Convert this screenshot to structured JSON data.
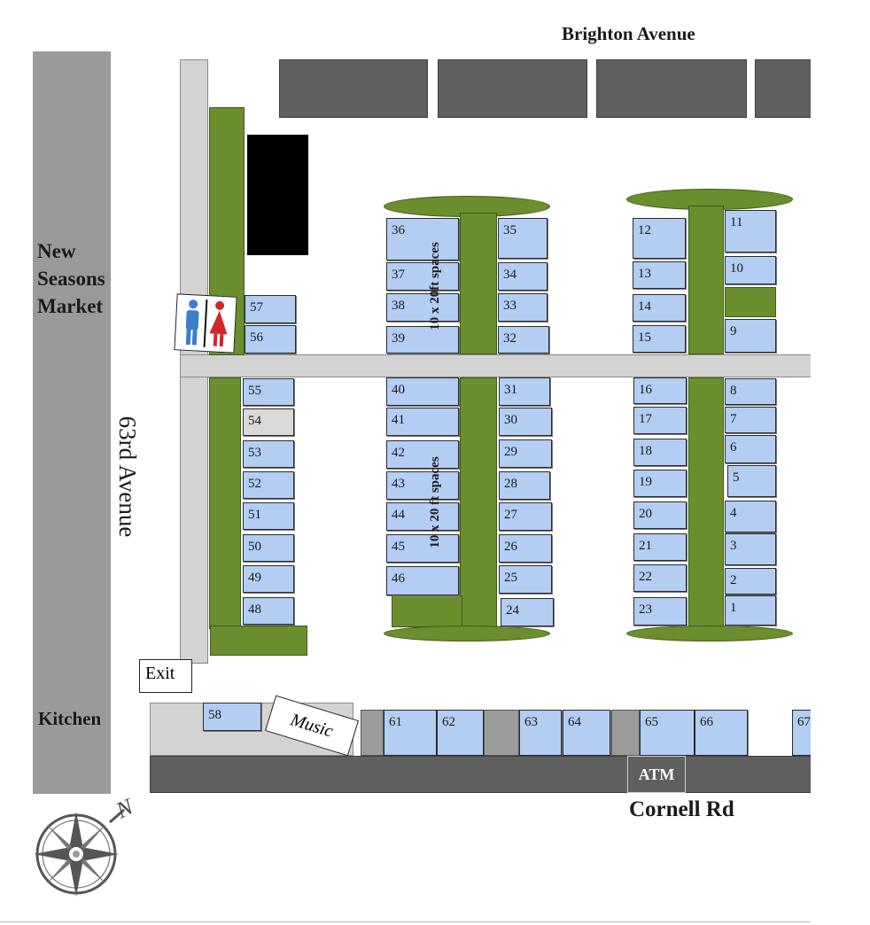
{
  "streets": {
    "top": "Brighton Avenue",
    "left_vertical": "63rd Avenue",
    "bottom": "Cornell Rd"
  },
  "landmarks": {
    "market": "New Seasons Market",
    "kitchen": "Kitchen",
    "exit": "Exit",
    "music": "Music",
    "atm": "ATM"
  },
  "space_notes": [
    "10 x 20ft spaces",
    "10 x 20 ft spaces"
  ],
  "compass": {
    "north_label": "N"
  },
  "restroom_icon": "restroom-icon",
  "colors": {
    "stall": "#b3cdf3",
    "green_strip": "#6b8e2e",
    "building": "#5f5f5f",
    "walkway": "#d3d3d3",
    "road": "#9a9a9a"
  },
  "stalls": {
    "s1": "1",
    "s2": "2",
    "s3": "3",
    "s4": "4",
    "s5": "5",
    "s6": "6",
    "s7": "7",
    "s8": "8",
    "s9": "9",
    "s10": "10",
    "s11": "11",
    "s12": "12",
    "s13": "13",
    "s14": "14",
    "s15": "15",
    "s16": "16",
    "s17": "17",
    "s18": "18",
    "s19": "19",
    "s20": "20",
    "s21": "21",
    "s22": "22",
    "s23": "23",
    "s24": "24",
    "s25": "25",
    "s26": "26",
    "s27": "27",
    "s28": "28",
    "s29": "29",
    "s30": "30",
    "s31": "31",
    "s32": "32",
    "s33": "33",
    "s34": "34",
    "s35": "35",
    "s36": "36",
    "s37": "37",
    "s38": "38",
    "s39": "39",
    "s40": "40",
    "s41": "41",
    "s42": "42",
    "s43": "43",
    "s44": "44",
    "s45": "45",
    "s46": "46",
    "s48": "48",
    "s49": "49",
    "s50": "50",
    "s51": "51",
    "s52": "52",
    "s53": "53",
    "s54": "54",
    "s55": "55",
    "s56": "56",
    "s57": "57",
    "s58": "58",
    "s61": "61",
    "s62": "62",
    "s63": "63",
    "s64": "64",
    "s65": "65",
    "s66": "66",
    "s67": "67"
  }
}
